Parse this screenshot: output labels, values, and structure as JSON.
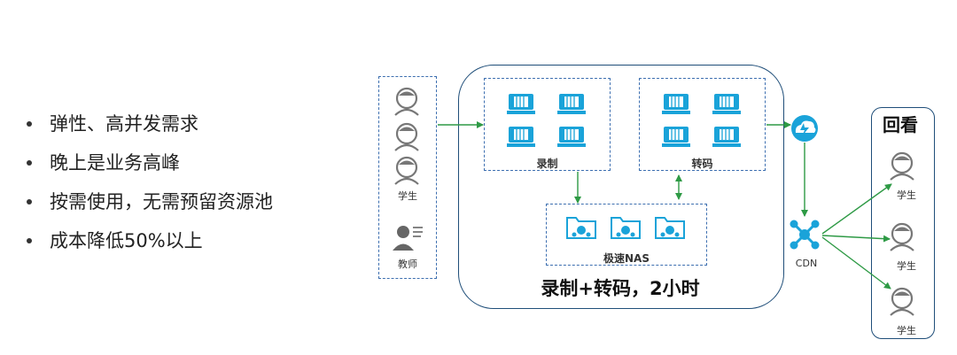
{
  "bullets": [
    "弹性、高并发需求",
    "晚上是业务高峰",
    "按需使用，无需预留资源池",
    "成本降低50%以上"
  ],
  "users": {
    "student_label": "学生",
    "teacher_label": "教师"
  },
  "cluster": {
    "record_label": "录制",
    "transcode_label": "转码",
    "nas_label": "极速NAS",
    "summary": "录制+转码，2小时"
  },
  "cdn": {
    "label": "CDN"
  },
  "review": {
    "title": "回看",
    "student_label": "学生"
  },
  "colors": {
    "accent": "#1aa3d9",
    "border": "#1f4e79",
    "dashed": "#3d6fb0",
    "arrow": "#2e9a45",
    "person": "#777777"
  },
  "icons": {
    "container": "container-icon",
    "folder": "folder-share-icon",
    "person": "person-icon",
    "teacher": "teacher-icon",
    "oss": "oss-cloud-icon",
    "cdn": "cdn-network-icon"
  }
}
